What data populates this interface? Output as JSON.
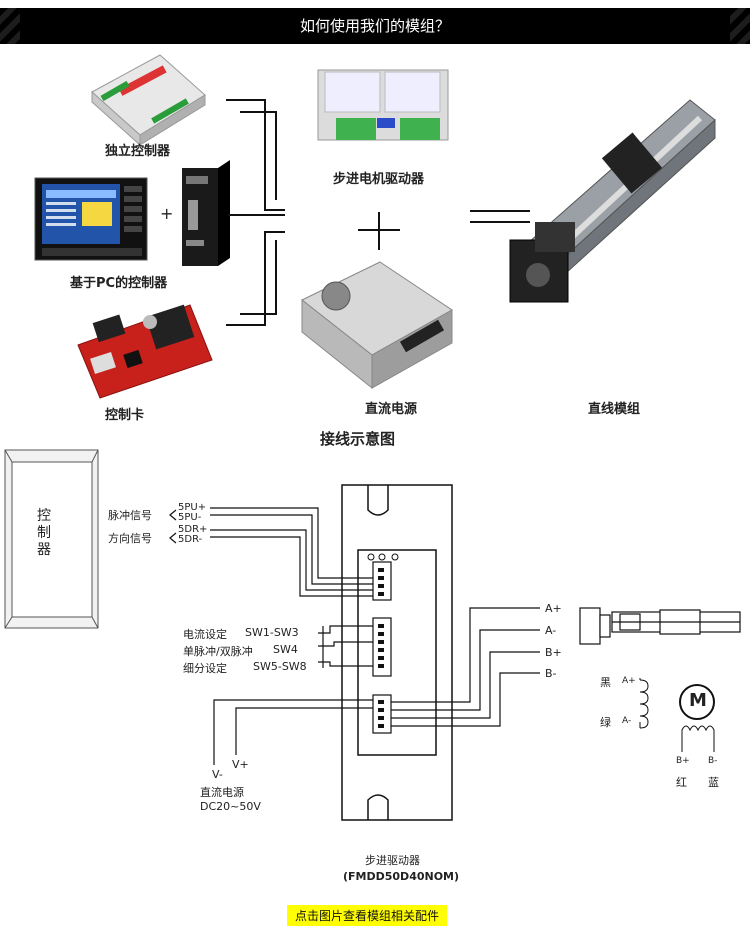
{
  "header": {
    "title": "如何使用我们的模组？"
  },
  "top": {
    "components": {
      "standalone": "独立控制器",
      "pc_based": "基于PC的控制器",
      "card": "控制卡",
      "driver": "步进电机驱动器",
      "psu": "直流电源",
      "module": "直线模组"
    },
    "plus_symbol": "+",
    "equals_symbol": "="
  },
  "wiring": {
    "title": "接线示意图",
    "controller_label": "控制器",
    "pulse_signal": "脉冲信号",
    "dir_signal": "方向信号",
    "pins": [
      "5PU+",
      "5PU-",
      "5DR+",
      "5DR-"
    ],
    "settings": [
      {
        "label": "电流设定",
        "switch": "SW1-SW3"
      },
      {
        "label": "单脉冲/双脉冲",
        "switch": "SW4"
      },
      {
        "label": "细分设定",
        "switch": "SW5-SW8"
      }
    ],
    "power": {
      "vplus": "V+",
      "vminus": "V-",
      "label": "直流电源",
      "range": "DC20~50V"
    },
    "motor_pins": [
      "A+",
      "A-",
      "B+",
      "B-"
    ],
    "coil": {
      "black": "黑",
      "green": "绿",
      "red": "红",
      "blue": "蓝",
      "a_plus": "A+",
      "a_minus": "A-",
      "b_plus": "B+",
      "b_minus": "B-",
      "motor_symbol": "M"
    },
    "driver_name": "步进驱动器",
    "driver_model": "(FMDD50D40NOM)"
  },
  "footer": {
    "link": "点击图片查看模组相关配件"
  }
}
